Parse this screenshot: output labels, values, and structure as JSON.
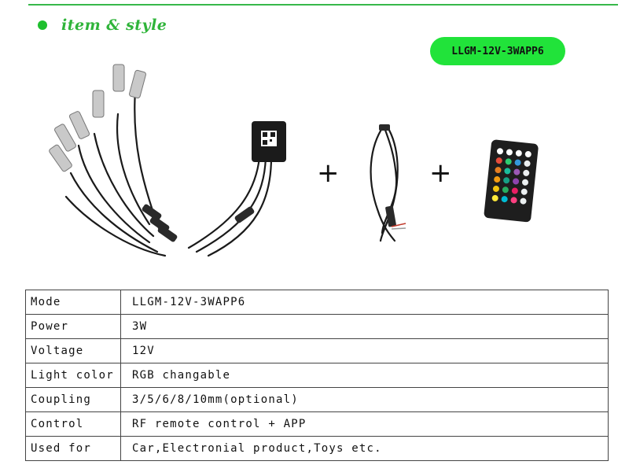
{
  "section": {
    "heading": "item & style",
    "bullet_color": "#1fbf2e"
  },
  "model_badge": {
    "text": "LLGM-12V-3WAPP6",
    "color": "#21e33a"
  },
  "components": [
    {
      "name": "fiber-light-heads-with-controller"
    },
    {
      "name": "power-cable"
    },
    {
      "name": "rgb-remote-control"
    }
  ],
  "plus_signs": [
    "+",
    "+"
  ],
  "spec_table": {
    "rows": [
      {
        "label": "Mode",
        "value": "LLGM-12V-3WAPP6"
      },
      {
        "label": "Power",
        "value": "3W"
      },
      {
        "label": "Voltage",
        "value": "12V"
      },
      {
        "label": "Light color",
        "value": "RGB changable"
      },
      {
        "label": "Coupling",
        "value": "3/5/6/8/10mm(optional)"
      },
      {
        "label": "Control",
        "value": "RF remote control + APP"
      },
      {
        "label": "Used for",
        "value": "Car,Electronial product,Toys etc."
      }
    ]
  }
}
